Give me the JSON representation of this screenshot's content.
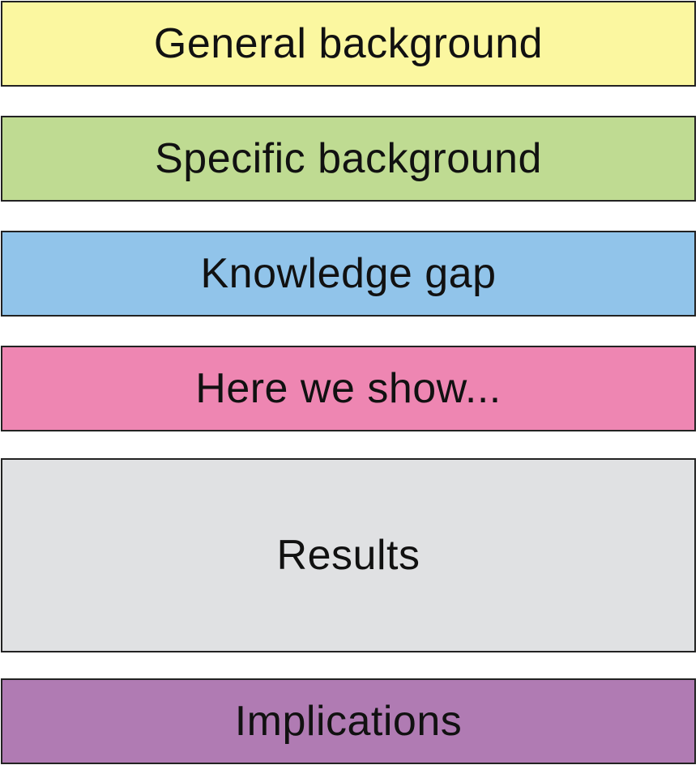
{
  "blocks": [
    {
      "label": "General background",
      "color": "#fbf7a0"
    },
    {
      "label": "Specific background",
      "color": "#bfdb92"
    },
    {
      "label": "Knowledge gap",
      "color": "#91c4ea"
    },
    {
      "label": "Here we show...",
      "color": "#ee86b2"
    },
    {
      "label": "Results",
      "color": "#e0e1e3"
    },
    {
      "label": "Implications",
      "color": "#b07bb3"
    }
  ]
}
